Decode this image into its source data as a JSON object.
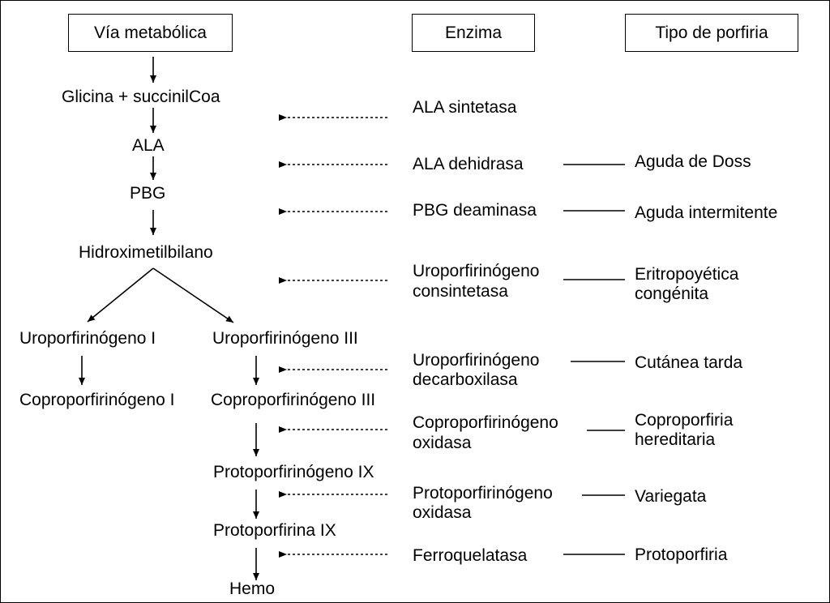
{
  "headers": {
    "pathway": "Vía metabólica",
    "enzyme": "Enzima",
    "porphyria_type": "Tipo de porfiria"
  },
  "pathway": {
    "glycine": "Glicina + succinilCoa",
    "ala": "ALA",
    "pbg": "PBG",
    "hmb": "Hidroximetilbilano",
    "uro1": "Uroporfirinógeno I",
    "uro3": "Uroporfirinógeno III",
    "copro1": "Coproporfirinógeno I",
    "copro3": "Coproporfirinógeno III",
    "protogen": "Protoporfirinógeno IX",
    "protoporphyrin": "Protoporfirina IX",
    "heme": "Hemo"
  },
  "enzymes": [
    {
      "line1": "ALA sintetasa",
      "line2": ""
    },
    {
      "line1": "ALA dehidrasa",
      "line2": ""
    },
    {
      "line1": "PBG deaminasa",
      "line2": ""
    },
    {
      "line1": "Uroporfirinógeno",
      "line2": "consintetasa"
    },
    {
      "line1": "Uroporfirinógeno",
      "line2": "decarboxilasa"
    },
    {
      "line1": "Coproporfirinógeno",
      "line2": "oxidasa"
    },
    {
      "line1": "Protoporfirinógeno",
      "line2": "oxidasa"
    },
    {
      "line1": "Ferroquelatasa",
      "line2": ""
    }
  ],
  "porphyrias": [
    {
      "line1": "Aguda de Doss",
      "line2": ""
    },
    {
      "line1": "Aguda intermitente",
      "line2": ""
    },
    {
      "line1": "Eritropoyética",
      "line2": "congénita"
    },
    {
      "line1": "Cutánea tarda",
      "line2": ""
    },
    {
      "line1": "Coproporfiria",
      "line2": "hereditaria"
    },
    {
      "line1": "Variegata",
      "line2": ""
    },
    {
      "line1": "Protoporfiria",
      "line2": ""
    }
  ]
}
